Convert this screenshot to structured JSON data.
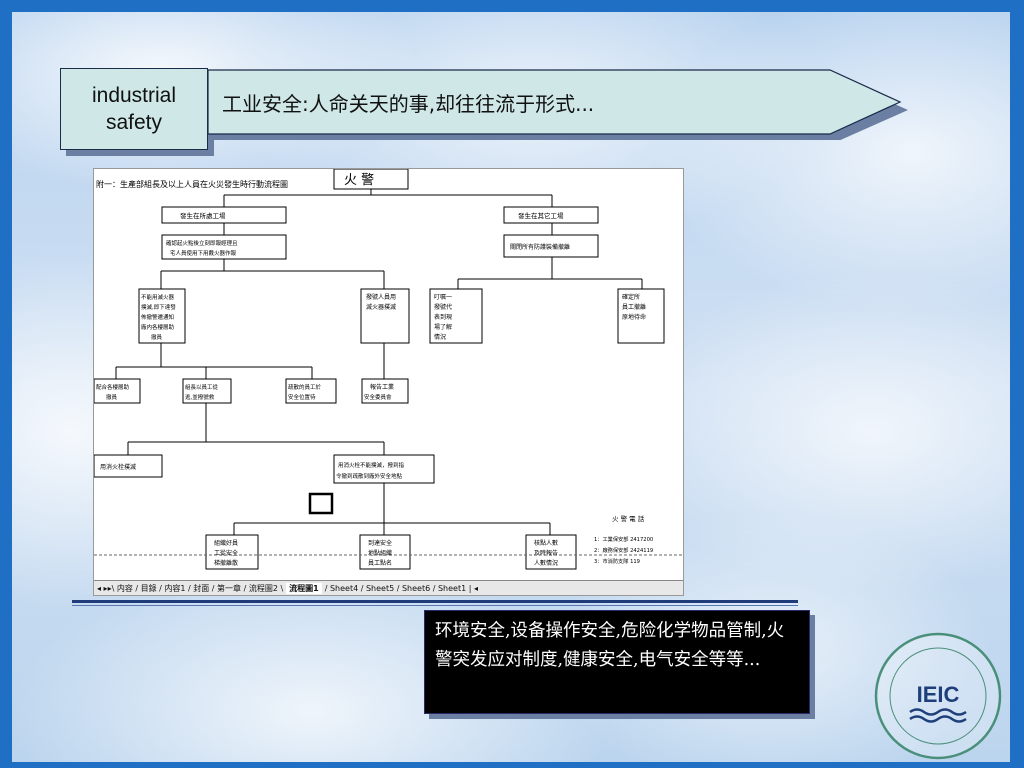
{
  "tag": {
    "line1": "industrial",
    "line2": "safety"
  },
  "banner": {
    "text": "工业安全:人命关天的事,却往往流于形式..."
  },
  "flowchart": {
    "header": "附一：生產部組長及以上人員在火災發生時行動流程圖",
    "title": "火 警",
    "left_top": "發生在所處工場",
    "left_second_line1": "確認起火點後立刻即報經理且",
    "left_second_line2": "宅人員使用下用戴火器作報",
    "right_top": "發生在其它工場",
    "right_second": "關閉所有防護裝備撤離",
    "col_a_lines": [
      "不能用滅火器",
      "撲滅,即下達發",
      "佈撤警遷通知",
      "廠内各樓層助",
      "撤員"
    ],
    "col_b_lines": [
      "撥號人員用",
      "滅火器撲滅"
    ],
    "col_c_lines": [
      "叮嘱一",
      "撥號代",
      "表到現",
      "場了解",
      "情況"
    ],
    "col_d_lines": [
      "確定所",
      "員工撤離",
      "原地待命"
    ],
    "row3_a": [
      "配合各樓層助",
      "撤員"
    ],
    "row3_b": [
      "組長以員工從",
      "逃,並撥號救"
    ],
    "row3_c": [
      "疏散的員工於",
      "安全位置待"
    ],
    "row3_d": [
      "報告工業",
      "安全委員會"
    ],
    "row4_left": "用消火栓撲滅",
    "row4_mid": [
      "用消火栓不能撲滅，撥到指",
      "令撤到疏散到廠外安全地點"
    ],
    "bottom_a": [
      "組織好員",
      "工從安全",
      "梯撤離散"
    ],
    "bottom_b": [
      "到達安全",
      "地點組織",
      "員工點名"
    ],
    "bottom_c": [
      "核點人數",
      "及時報告",
      "人數情況"
    ],
    "phone_title": "火 警 電 話",
    "phones": [
      "1：工業保安部 2417200",
      "2：廠務保安部 2424119",
      "3：市消防支隊 119"
    ]
  },
  "tabs": {
    "nav": "◂ ▸▸\\ 内容 / 目錄 / 内容1 / 封面 / 第一章 / 流程圖2 \\",
    "active": "流程圖1",
    "rest": "/ Sheet4 / Sheet5 / Sheet6 / Sheet1 | ◂"
  },
  "note": {
    "text": "环境安全,设备操作安全,危险化学物品管制,火警突发应对制度,健康安全,电气安全等等..."
  },
  "logo": {
    "text": "IEIC"
  },
  "colors": {
    "frame": "#1f6fc4",
    "tag_fill": "#cfe7e7",
    "note_bg": "#000000"
  }
}
